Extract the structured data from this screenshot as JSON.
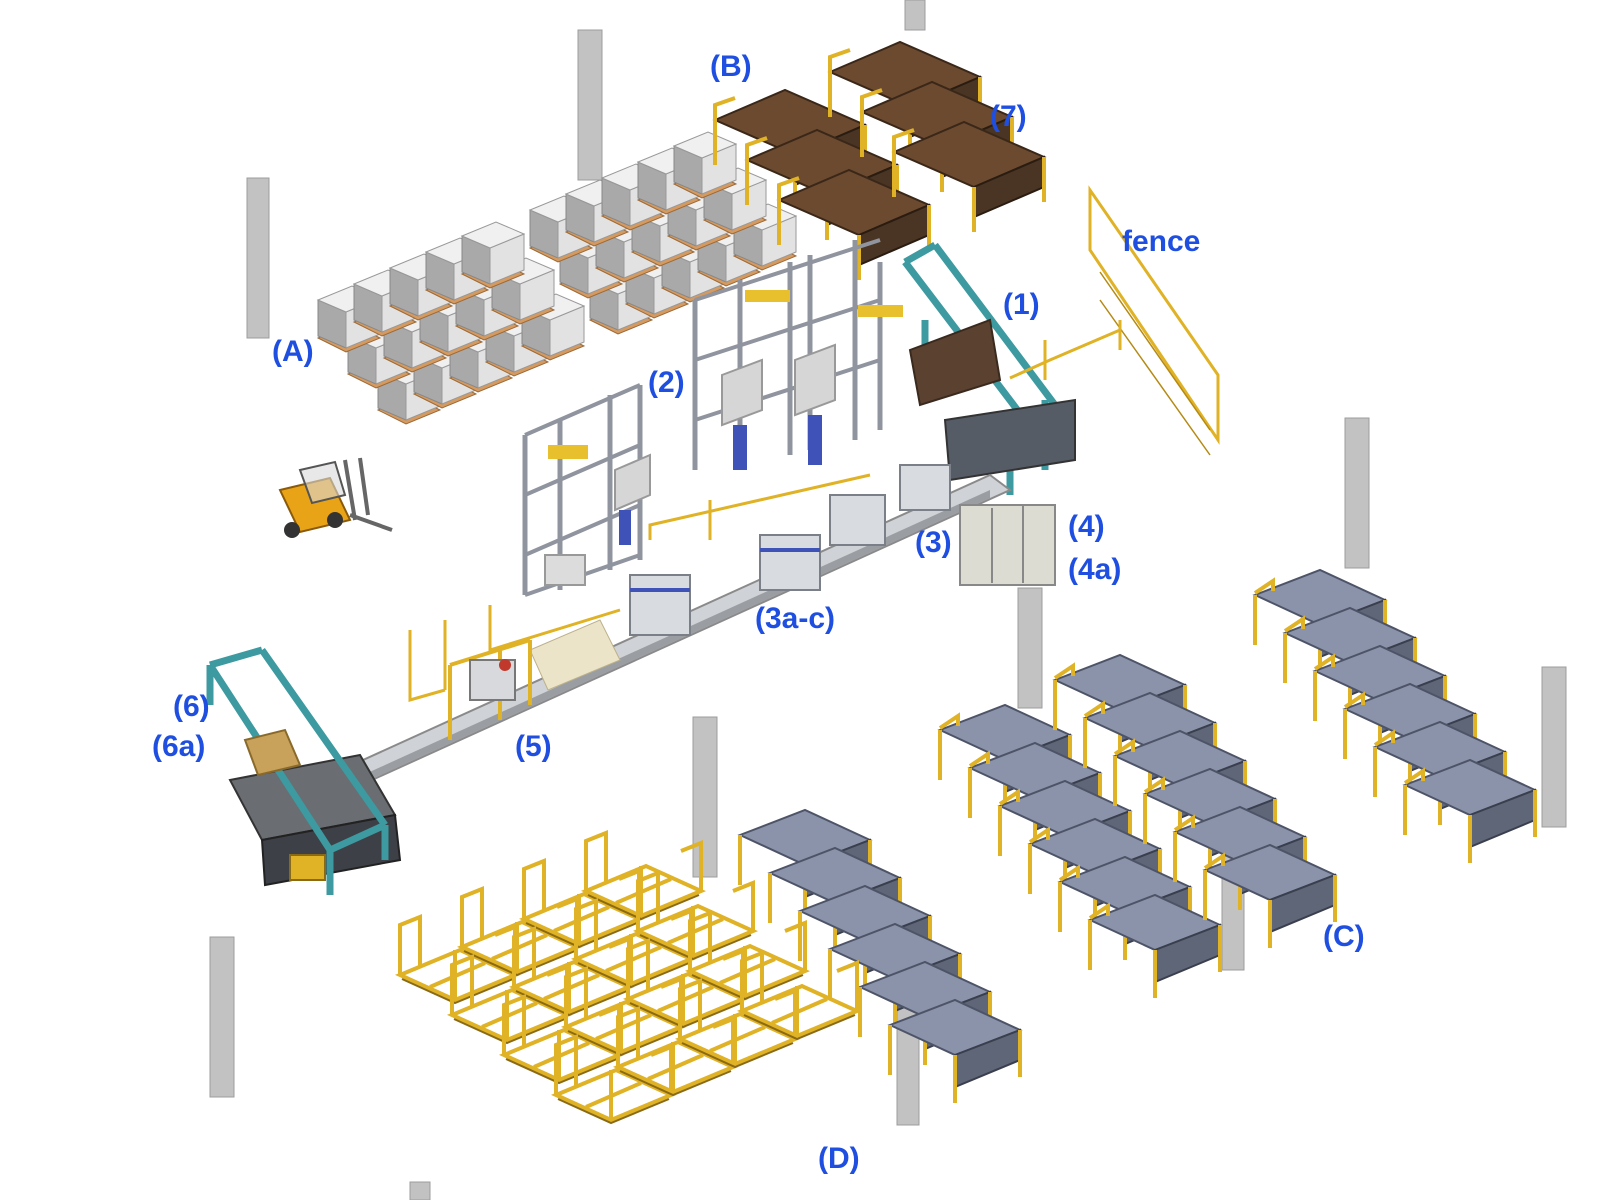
{
  "labels": {
    "A": "(A)",
    "B": "(B)",
    "C": "(C)",
    "D": "(D)",
    "n1": "(1)",
    "n2": "(2)",
    "n3": "(3)",
    "n3ac": "(3a-c)",
    "n4": "(4)",
    "n4a": "(4a)",
    "n5": "(5)",
    "n6": "(6)",
    "n6a": "(6a)",
    "n7": "(7)",
    "fence": "fence"
  },
  "colors": {
    "label": "#1f4fe0",
    "steel_yellow": "#e0b226",
    "steel_dark": "#8a6a14",
    "rack_gray": "#8f949e",
    "rack_light": "#c9ccd2",
    "bag_white": "#e2e2e2",
    "bag_shade": "#a9a9a9",
    "pallet": "#d79a5e",
    "bin_brown": "#4a3524",
    "bin_blue": "#8a93aa",
    "gantry_teal": "#3c9aa0",
    "column_gray": "#bfbfbf",
    "conveyor": "#bcbcbc"
  }
}
